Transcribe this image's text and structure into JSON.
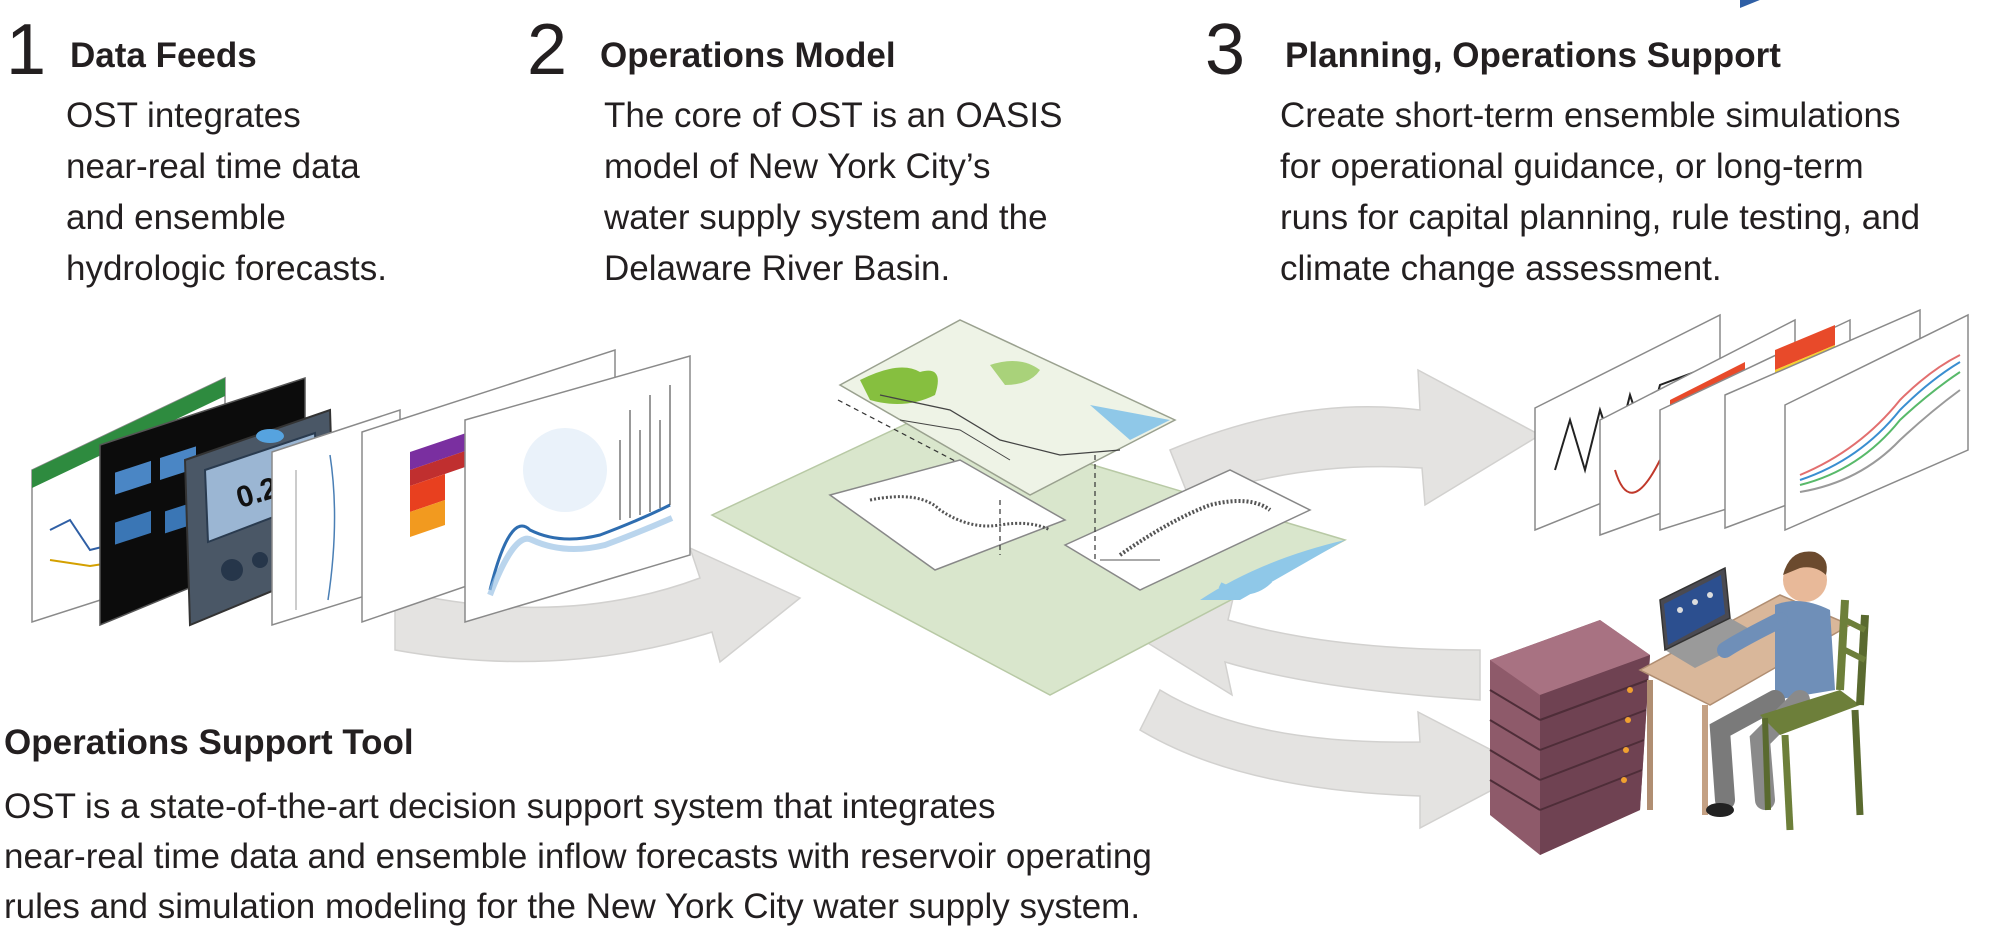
{
  "steps": [
    {
      "number": "1",
      "title": "Data Feeds",
      "lines": [
        "OST integrates",
        "near-real time data",
        "and ensemble",
        "hydrologic forecasts."
      ]
    },
    {
      "number": "2",
      "title": "Operations Model",
      "lines": [
        "The core of OST is an OASIS",
        "model of New York City’s",
        "water supply system and the",
        "Delaware River Basin."
      ]
    },
    {
      "number": "3",
      "title": "Planning, Operations Support",
      "lines": [
        "Create short-term ensemble simulations",
        "for operational guidance, or long-term",
        "runs for capital planning, rule testing, and",
        "climate change assessment."
      ]
    }
  ],
  "summary": {
    "title": "Operations Support Tool",
    "lines": [
      "OST is a state-of-the-art decision support system that integrates",
      "near-real time data and ensemble inflow forecasts with reservoir operating",
      "rules and simulation modeling for the New York City water supply system."
    ]
  },
  "device_readout": "0.2",
  "colors": {
    "text": "#231f20",
    "arrow": "#e4e3e1",
    "map_land": "#d9e6cc",
    "map_water": "#8fc8e8",
    "server": "#8e5a6a",
    "chair": "#6d7f3a",
    "shirt": "#6f8fb8"
  }
}
